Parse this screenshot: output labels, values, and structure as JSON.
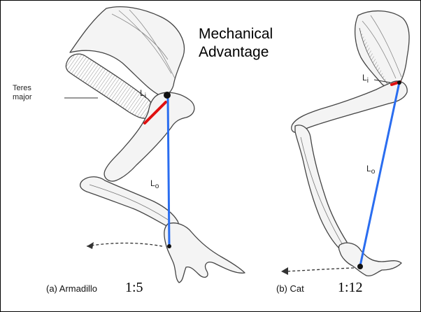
{
  "title": {
    "line1": "Mechanical",
    "line2": "Advantage"
  },
  "labels": {
    "teres_line1": "Teres",
    "teres_line2": "major",
    "armadillo_li_main": "L",
    "armadillo_li_sub": "i",
    "armadillo_lo_main": "L",
    "armadillo_lo_sub": "o",
    "cat_li_main": "L",
    "cat_li_sub": "i",
    "cat_lo_main": "L",
    "cat_lo_sub": "o"
  },
  "captions": {
    "armadillo": "(a) Armadillo",
    "armadillo_ratio": "1:5",
    "cat": "(b) Cat",
    "cat_ratio": "1:12"
  },
  "colors": {
    "input_arm": "#e01010",
    "output_arm": "#2a6df0",
    "bone": "#555555"
  }
}
